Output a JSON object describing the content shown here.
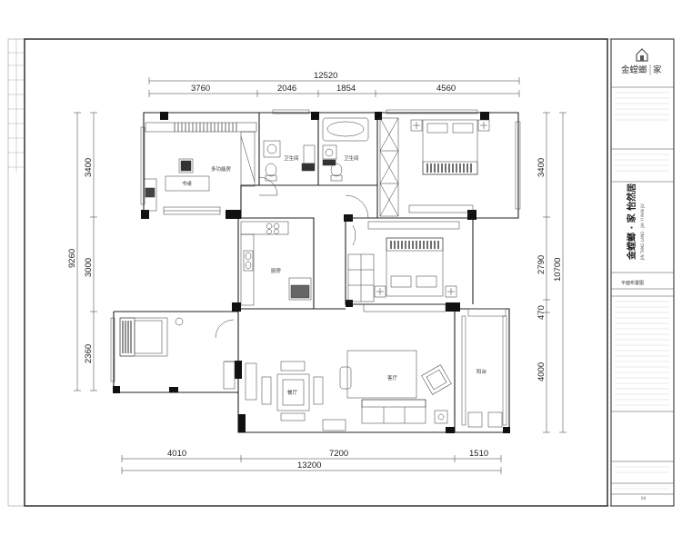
{
  "title_block": {
    "logo_text": "金螳螂",
    "logo_suffix": "家",
    "project_name": "金螳螂 · 家  怡然居",
    "project_pinyin": "JIN TANG LANG · JIA  YI RAN JU",
    "drawing_title": "平面布置图",
    "page_number": "04",
    "small_lines": [
      "",
      "",
      "",
      "",
      "",
      "",
      "",
      "",
      "",
      ""
    ]
  },
  "dimensions": {
    "top_total": "12520",
    "top_segments": [
      "3760",
      "2046",
      "1854",
      "4560"
    ],
    "bottom_segments": [
      "4010",
      "7200",
      "1510"
    ],
    "bottom_total": "13200",
    "left_segments": [
      "3400",
      "3000",
      "2360"
    ],
    "left_total": "9260",
    "right_segments": [
      "3400",
      "2790",
      "470",
      "4000"
    ],
    "right_total": "10700"
  },
  "rooms": {
    "study": "多功能房",
    "bath1": "卫生间",
    "bath2": "卫生间",
    "kitchen": "厨房",
    "dining": "餐厅",
    "living": "客厅",
    "balcony": "阳台",
    "desk": "书桌"
  },
  "watermark": "",
  "colors": {
    "wall": "#111111",
    "line": "#333333",
    "frame": "#222222"
  }
}
